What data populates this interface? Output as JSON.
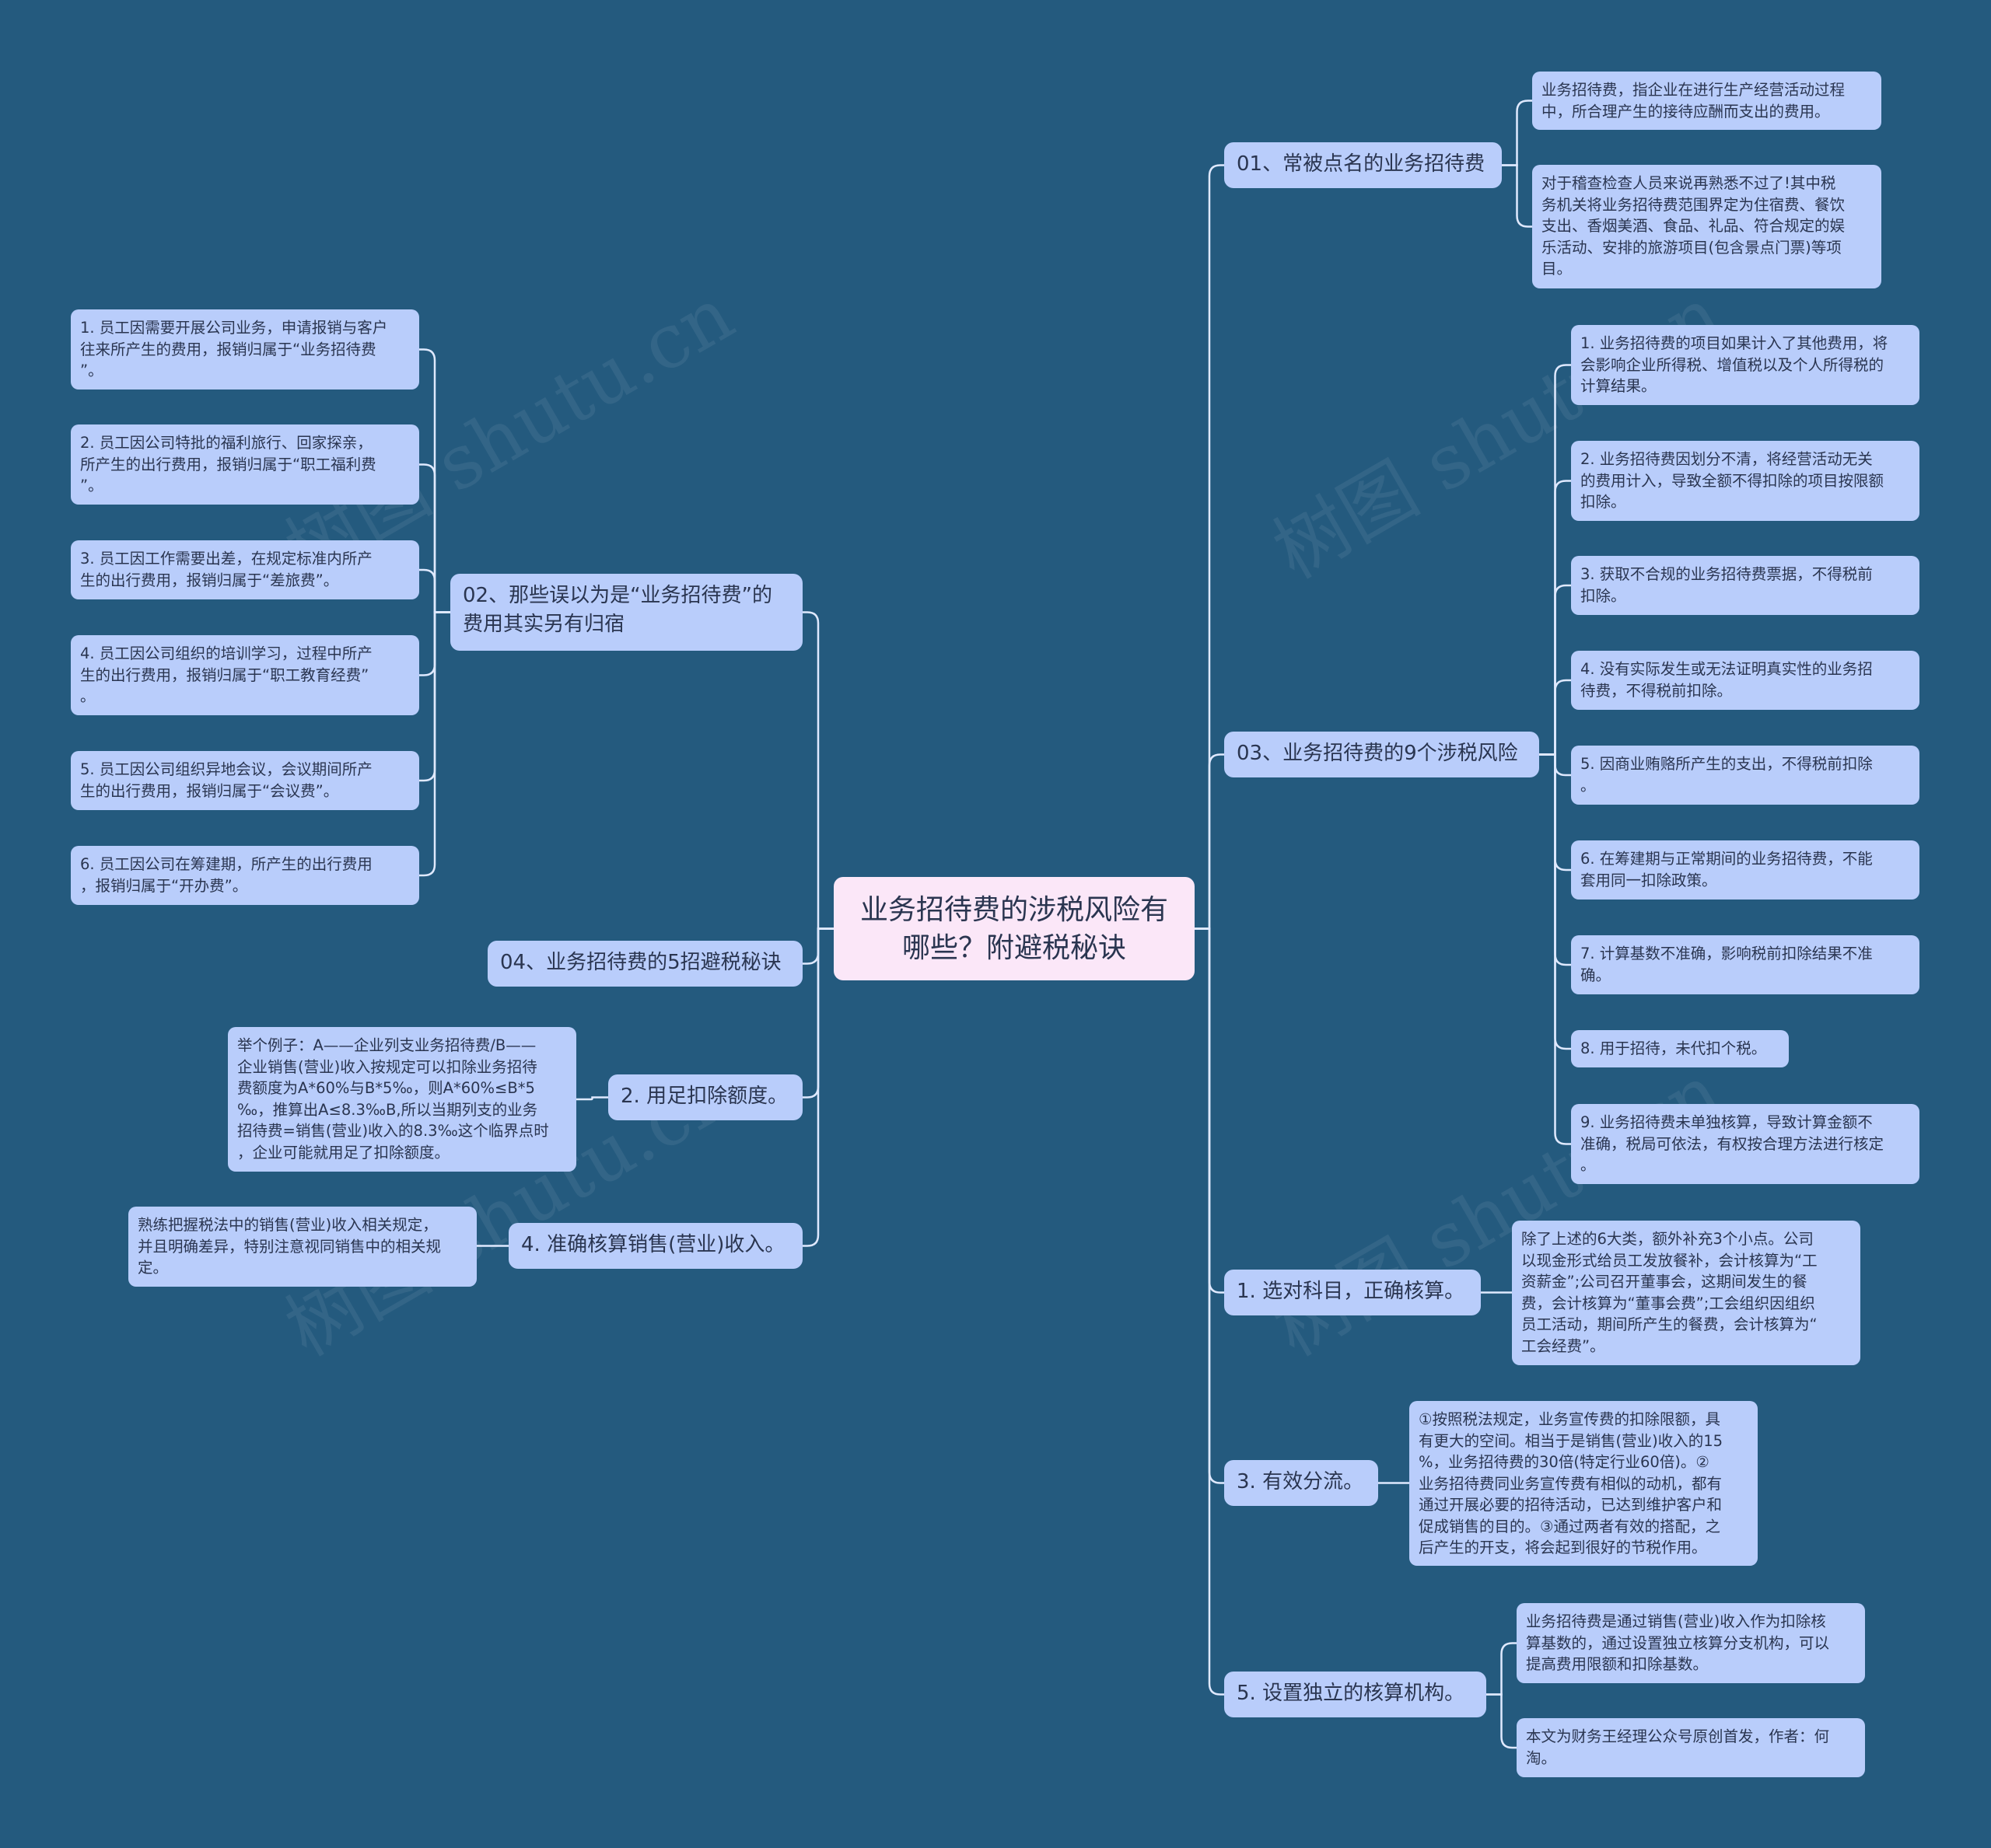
{
  "colors": {
    "background": "#245a7e",
    "node_fill": "#b9cdfb",
    "root_fill": "#fbe7f8",
    "connector": "#dfe9ff",
    "text": "#2a3550"
  },
  "watermark": "树图 shutu.cn",
  "root": "业务招待费的涉税风险有\n哪些？附避税秘诀",
  "right": {
    "b01": {
      "label": "01、常被点名的业务招待费",
      "leaves": [
        "业务招待费，指企业在进行生产经营活动过程\n中，所合理产生的接待应酬而支出的费用。",
        "对于稽查检查人员来说再熟悉不过了!其中税\n务机关将业务招待费范围界定为住宿费、餐饮\n支出、香烟美酒、食品、礼品、符合规定的娱\n乐活动、安排的旅游项目(包含景点门票)等项\n目。"
      ]
    },
    "b03": {
      "label": "03、业务招待费的9个涉税风险",
      "leaves": [
        "1. 业务招待费的项目如果计入了其他费用，将\n会影响企业所得税、增值税以及个人所得税的\n计算结果。",
        "2. 业务招待费因划分不清，将经营活动无关\n的费用计入，导致全额不得扣除的项目按限额\n扣除。",
        "3. 获取不合规的业务招待费票据，不得税前\n扣除。",
        "4. 没有实际发生或无法证明真实性的业务招\n待费，不得税前扣除。",
        "5. 因商业贿赂所产生的支出，不得税前扣除\n。",
        "6. 在筹建期与正常期间的业务招待费，不能\n套用同一扣除政策。",
        "7. 计算基数不准确，影响税前扣除结果不准\n确。",
        "8. 用于招待，未代扣个税。",
        "9. 业务招待费未单独核算，导致计算金额不\n准确，税局可依法，有权按合理方法进行核定\n。"
      ]
    },
    "b1": {
      "label": "1. 选对科目，正确核算。",
      "leaves": [
        "除了上述的6大类，额外补充3个小点。公司\n以现金形式给员工发放餐补，会计核算为“工\n资薪金”;公司召开董事会，这期间发生的餐\n费，会计核算为“董事会费”;工会组织因组织\n员工活动，期间所产生的餐费，会计核算为“\n工会经费”。"
      ]
    },
    "b3": {
      "label": "3. 有效分流。",
      "leaves": [
        "①按照税法规定，业务宣传费的扣除限额，具\n有更大的空间。相当于是销售(营业)收入的15\n%，业务招待费的30倍(特定行业60倍)。②\n业务招待费同业务宣传费有相似的动机，都有\n通过开展必要的招待活动，已达到维护客户和\n促成销售的目的。③通过两者有效的搭配，之\n后产生的开支，将会起到很好的节税作用。"
      ]
    },
    "b5": {
      "label": "5. 设置独立的核算机构。",
      "leaves": [
        "业务招待费是通过销售(营业)收入作为扣除核\n算基数的，通过设置独立核算分支机构，可以\n提高费用限额和扣除基数。",
        "本文为财务王经理公众号原创首发，作者：何\n淘。"
      ]
    }
  },
  "left": {
    "b02": {
      "label": "02、那些误以为是“业务招待费”的\n费用其实另有归宿",
      "leaves": [
        "1. 员工因需要开展公司业务，申请报销与客户\n往来所产生的费用，报销归属于“业务招待费\n”。",
        "2. 员工因公司特批的福利旅行、回家探亲，\n所产生的出行费用，报销归属于“职工福利费\n”。",
        "3. 员工因工作需要出差，在规定标准内所产\n生的出行费用，报销归属于“差旅费”。",
        "4. 员工因公司组织的培训学习，过程中所产\n生的出行费用，报销归属于“职工教育经费”\n。",
        "5. 员工因公司组织异地会议，会议期间所产\n生的出行费用，报销归属于“会议费”。",
        "6. 员工因公司在筹建期，所产生的出行费用\n，报销归属于“开办费”。"
      ]
    },
    "b04": {
      "label": "04、业务招待费的5招避税秘诀",
      "leaves": []
    },
    "b2": {
      "label": "2. 用足扣除额度。",
      "leaves": [
        "举个例子：A——企业列支业务招待费/B——\n企业销售(营业)收入按规定可以扣除业务招待\n费额度为A*60%与B*5‰，则A*60%≤B*5\n‰，推算出A≤8.3‰B,所以当期列支的业务\n招待费=销售(营业)收入的8.3‰这个临界点时\n，企业可能就用足了扣除额度。"
      ]
    },
    "b4": {
      "label": "4. 准确核算销售(营业)收入。",
      "leaves": [
        "熟练把握税法中的销售(营业)收入相关规定，\n并且明确差异，特别注意视同销售中的相关规\n定。"
      ]
    }
  }
}
